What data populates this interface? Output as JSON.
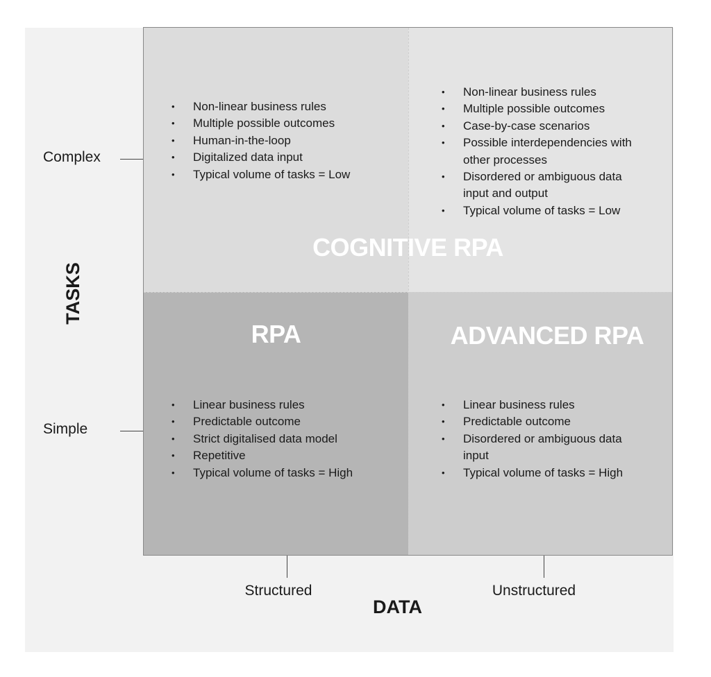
{
  "axes": {
    "y_title": "TASKS",
    "x_title": "DATA",
    "y_labels": [
      "Complex",
      "Simple"
    ],
    "x_labels": [
      "Structured",
      "Unstructured"
    ]
  },
  "quadrants": {
    "top_left": {
      "bullets": [
        "Non-linear business rules",
        "Multiple possible outcomes",
        "Human-in-the-loop",
        "Digitalized data input",
        "Typical volume of tasks = Low"
      ]
    },
    "top_right": {
      "bullets": [
        "Non-linear business rules",
        "Multiple possible outcomes",
        "Case-by-case scenarios",
        "Possible interdependencies with  other processes",
        "Disordered or ambiguous data  input and output",
        "Typical volume of tasks = Low"
      ]
    },
    "bottom_left": {
      "title": "RPA",
      "bullets": [
        "Linear business rules",
        "Predictable outcome",
        "Strict digitalised data model",
        "Repetitive",
        "Typical volume of tasks =  High"
      ]
    },
    "bottom_right": {
      "title": "ADVANCED RPA",
      "bullets": [
        "Linear business rules",
        "Predictable outcome",
        "Disordered or ambiguous data input",
        "Typical volume of tasks = High"
      ]
    }
  },
  "top_title": "COGNITIVE RPA",
  "colors": {
    "rpa": "#b5b5b5",
    "advanced": "#cdcdcd",
    "cognitive_left": "#dcdcdc",
    "cognitive_right": "#e4e4e4",
    "title_text": "#ffffff"
  }
}
